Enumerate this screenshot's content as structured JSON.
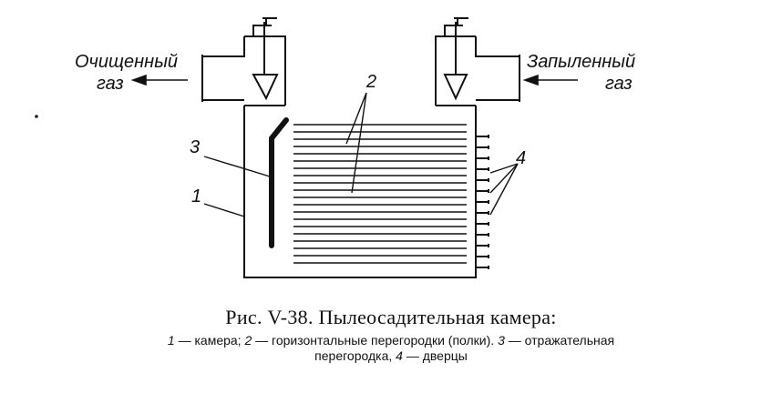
{
  "figure": {
    "labels": {
      "outlet_gas": [
        "Очищенный",
        "газ"
      ],
      "inlet_gas": [
        "Запыленный",
        "газ"
      ],
      "num_1": "1",
      "num_2": "2",
      "num_3": "3",
      "num_4": "4"
    },
    "caption": {
      "title": "Рис. V-38. Пылеосадительная камера:",
      "legend_line1": [
        {
          "num": "1",
          "text": " — камера; "
        },
        {
          "num": "2",
          "text": " — горизонтальные перегородки (полки). "
        },
        {
          "num": "3",
          "text": " — отражательная"
        }
      ],
      "legend_line2": [
        {
          "num": "",
          "text": "перегородка, "
        },
        {
          "num": "4",
          "text": " — дверцы"
        }
      ]
    }
  }
}
